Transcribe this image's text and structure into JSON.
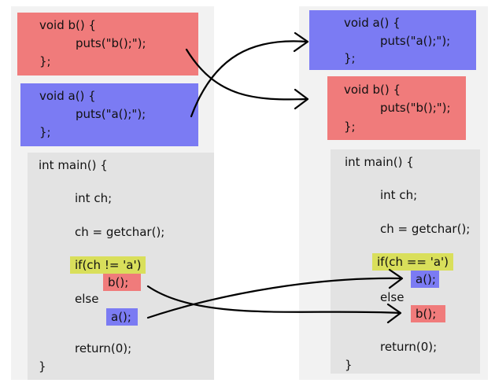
{
  "left": {
    "b_func": {
      "line1": "void b() {",
      "line2": "puts(\"b();\");",
      "line3": "};"
    },
    "a_func": {
      "line1": "void a() {",
      "line2": "puts(\"a();\");",
      "line3": "};"
    },
    "main": {
      "header": "int main() {",
      "decl": "int ch;",
      "assign": "ch = getchar();",
      "cond": "if(ch != 'a')",
      "call1": "b();",
      "else": "else",
      "call2": "a();",
      "ret": "return(0);",
      "close": "}"
    }
  },
  "right": {
    "a_func": {
      "line1": "void a() {",
      "line2": "puts(\"a();\");",
      "line3": "};"
    },
    "b_func": {
      "line1": "void b() {",
      "line2": "puts(\"b();\");",
      "line3": "};"
    },
    "main": {
      "header": "int main() {",
      "decl": "int ch;",
      "assign": "ch = getchar();",
      "cond": "if(ch == 'a')",
      "call1": "a();",
      "else": "else",
      "call2": "b();",
      "ret": "return(0);",
      "close": "}"
    }
  },
  "colors": {
    "red": "#f07b7b",
    "blue": "#7b7bf3",
    "yellow": "#d9df5b",
    "panel": "#f2f2f2",
    "main": "#e3e3e3"
  }
}
